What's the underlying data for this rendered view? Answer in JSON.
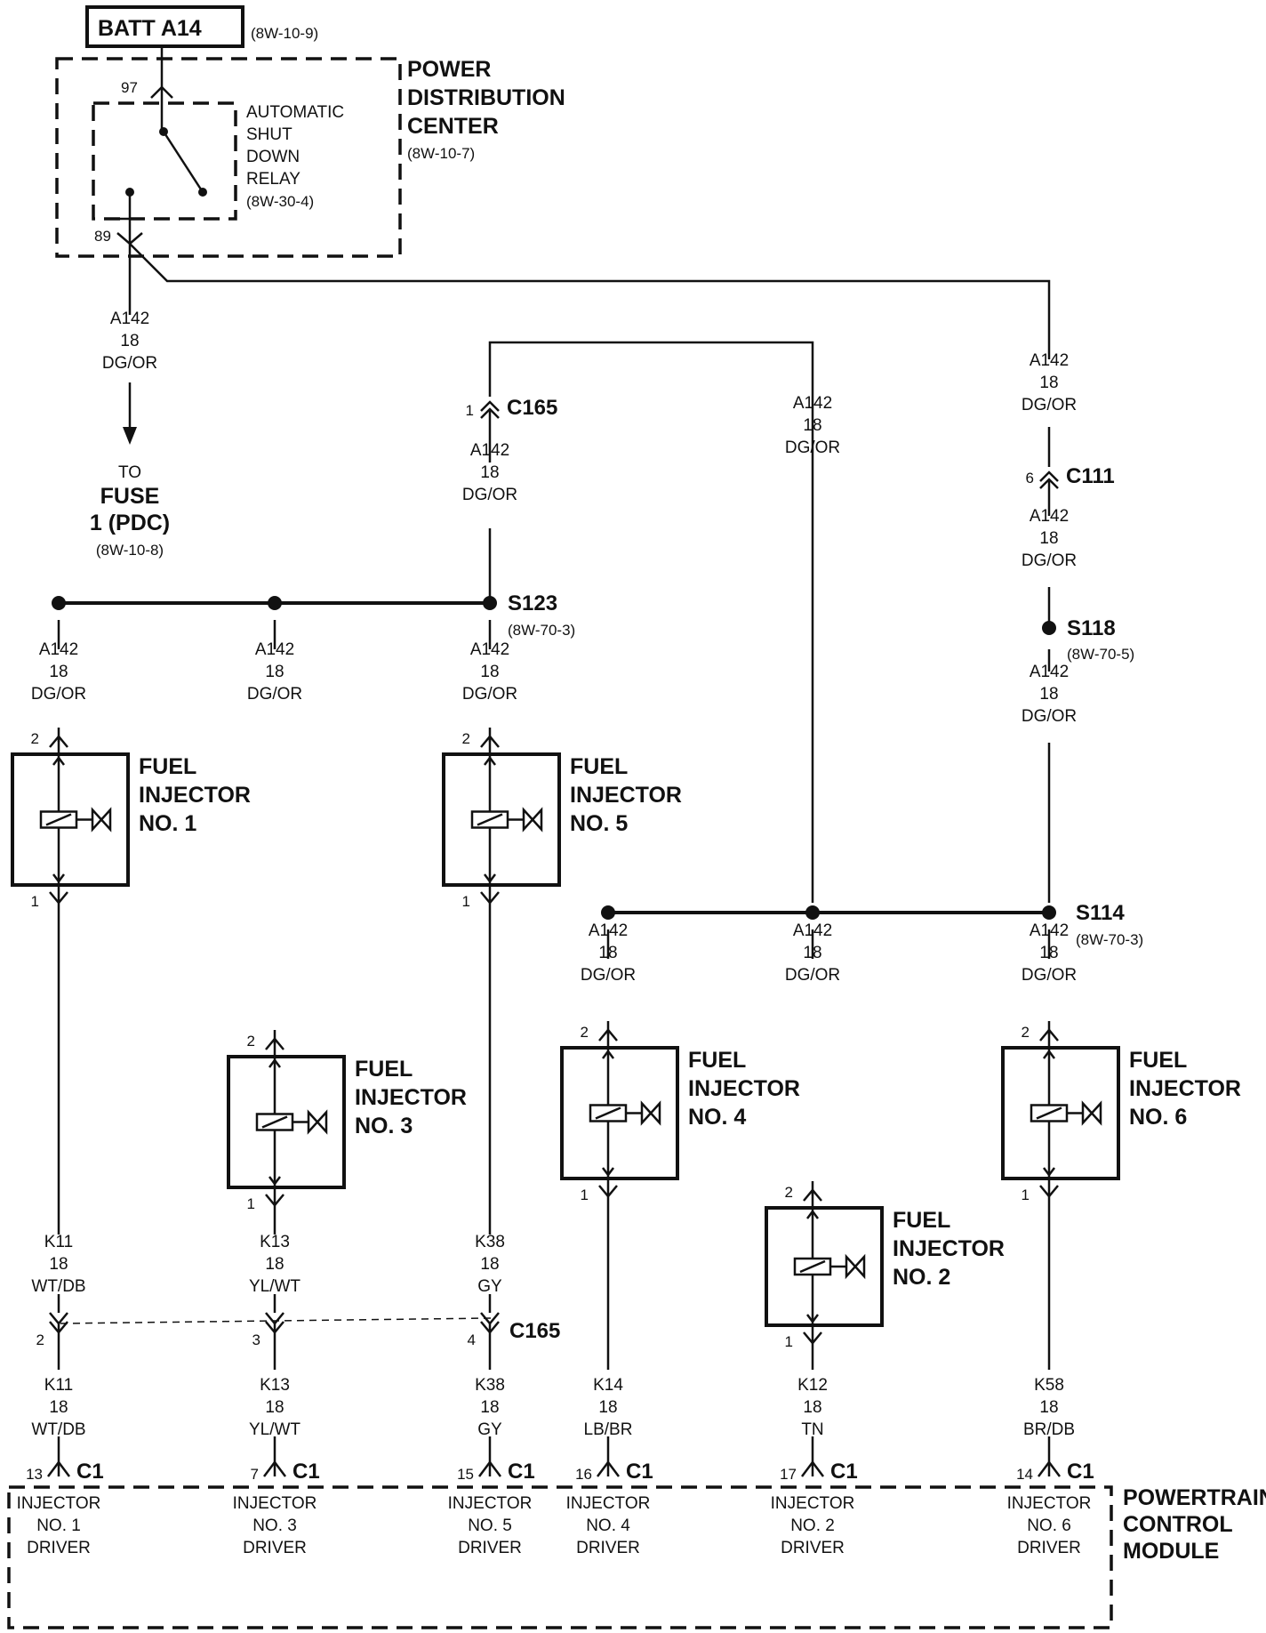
{
  "battery": {
    "label": "BATT A14",
    "ref": "(8W-10-9)"
  },
  "pdc": {
    "l1": "POWER",
    "l2": "DISTRIBUTION",
    "l3": "CENTER",
    "ref": "(8W-10-7)",
    "pin_in": "97",
    "pin_out": "89"
  },
  "asd_relay": {
    "l1": "AUTOMATIC",
    "l2": "SHUT",
    "l3": "DOWN",
    "l4": "RELAY",
    "ref": "(8W-30-4)"
  },
  "wire_a142": {
    "circuit": "A142",
    "gauge": "18",
    "color": "DG/OR"
  },
  "fuse": {
    "l1": "TO",
    "l2": "FUSE",
    "l3": "1 (PDC)",
    "ref": "(8W-10-8)"
  },
  "connectors": {
    "c165": "C165",
    "c111": "C111",
    "c1": "C1",
    "c165_top_pin": "1",
    "c111_pin": "6"
  },
  "splices": {
    "s123": {
      "name": "S123",
      "ref": "(8W-70-3)"
    },
    "s118": {
      "name": "S118",
      "ref": "(8W-70-5)"
    },
    "s114": {
      "name": "S114",
      "ref": "(8W-70-3)"
    }
  },
  "injectors": {
    "inj1": {
      "l1": "FUEL",
      "l2": "INJECTOR",
      "l3": "NO. 1",
      "pin_top": "2",
      "pin_bot": "1"
    },
    "inj2": {
      "l1": "FUEL",
      "l2": "INJECTOR",
      "l3": "NO. 2",
      "pin_top": "2",
      "pin_bot": "1"
    },
    "inj3": {
      "l1": "FUEL",
      "l2": "INJECTOR",
      "l3": "NO. 3",
      "pin_top": "2",
      "pin_bot": "1"
    },
    "inj4": {
      "l1": "FUEL",
      "l2": "INJECTOR",
      "l3": "NO. 4",
      "pin_top": "2",
      "pin_bot": "1"
    },
    "inj5": {
      "l1": "FUEL",
      "l2": "INJECTOR",
      "l3": "NO. 5",
      "pin_top": "2",
      "pin_bot": "1"
    },
    "inj6": {
      "l1": "FUEL",
      "l2": "INJECTOR",
      "l3": "NO. 6",
      "pin_top": "2",
      "pin_bot": "1"
    }
  },
  "driver_wires": {
    "k11": {
      "circuit": "K11",
      "gauge": "18",
      "color": "WT/DB",
      "c165_pin": "2",
      "c1_pin": "13"
    },
    "k13": {
      "circuit": "K13",
      "gauge": "18",
      "color": "YL/WT",
      "c165_pin": "3",
      "c1_pin": "7"
    },
    "k38": {
      "circuit": "K38",
      "gauge": "18",
      "color": "GY",
      "c165_pin": "4",
      "c1_pin": "15"
    },
    "k14": {
      "circuit": "K14",
      "gauge": "18",
      "color": "LB/BR",
      "c1_pin": "16"
    },
    "k12": {
      "circuit": "K12",
      "gauge": "18",
      "color": "TN",
      "c1_pin": "17"
    },
    "k58": {
      "circuit": "K58",
      "gauge": "18",
      "color": "BR/DB",
      "c1_pin": "14"
    }
  },
  "pcm": {
    "l1": "POWERTRAIN",
    "l2": "CONTROL",
    "l3": "MODULE",
    "drivers": {
      "d1": {
        "l1": "INJECTOR",
        "l2": "NO. 1",
        "l3": "DRIVER"
      },
      "d3": {
        "l1": "INJECTOR",
        "l2": "NO. 3",
        "l3": "DRIVER"
      },
      "d5": {
        "l1": "INJECTOR",
        "l2": "NO. 5",
        "l3": "DRIVER"
      },
      "d4": {
        "l1": "INJECTOR",
        "l2": "NO. 4",
        "l3": "DRIVER"
      },
      "d2": {
        "l1": "INJECTOR",
        "l2": "NO. 2",
        "l3": "DRIVER"
      },
      "d6": {
        "l1": "INJECTOR",
        "l2": "NO. 6",
        "l3": "DRIVER"
      }
    }
  }
}
